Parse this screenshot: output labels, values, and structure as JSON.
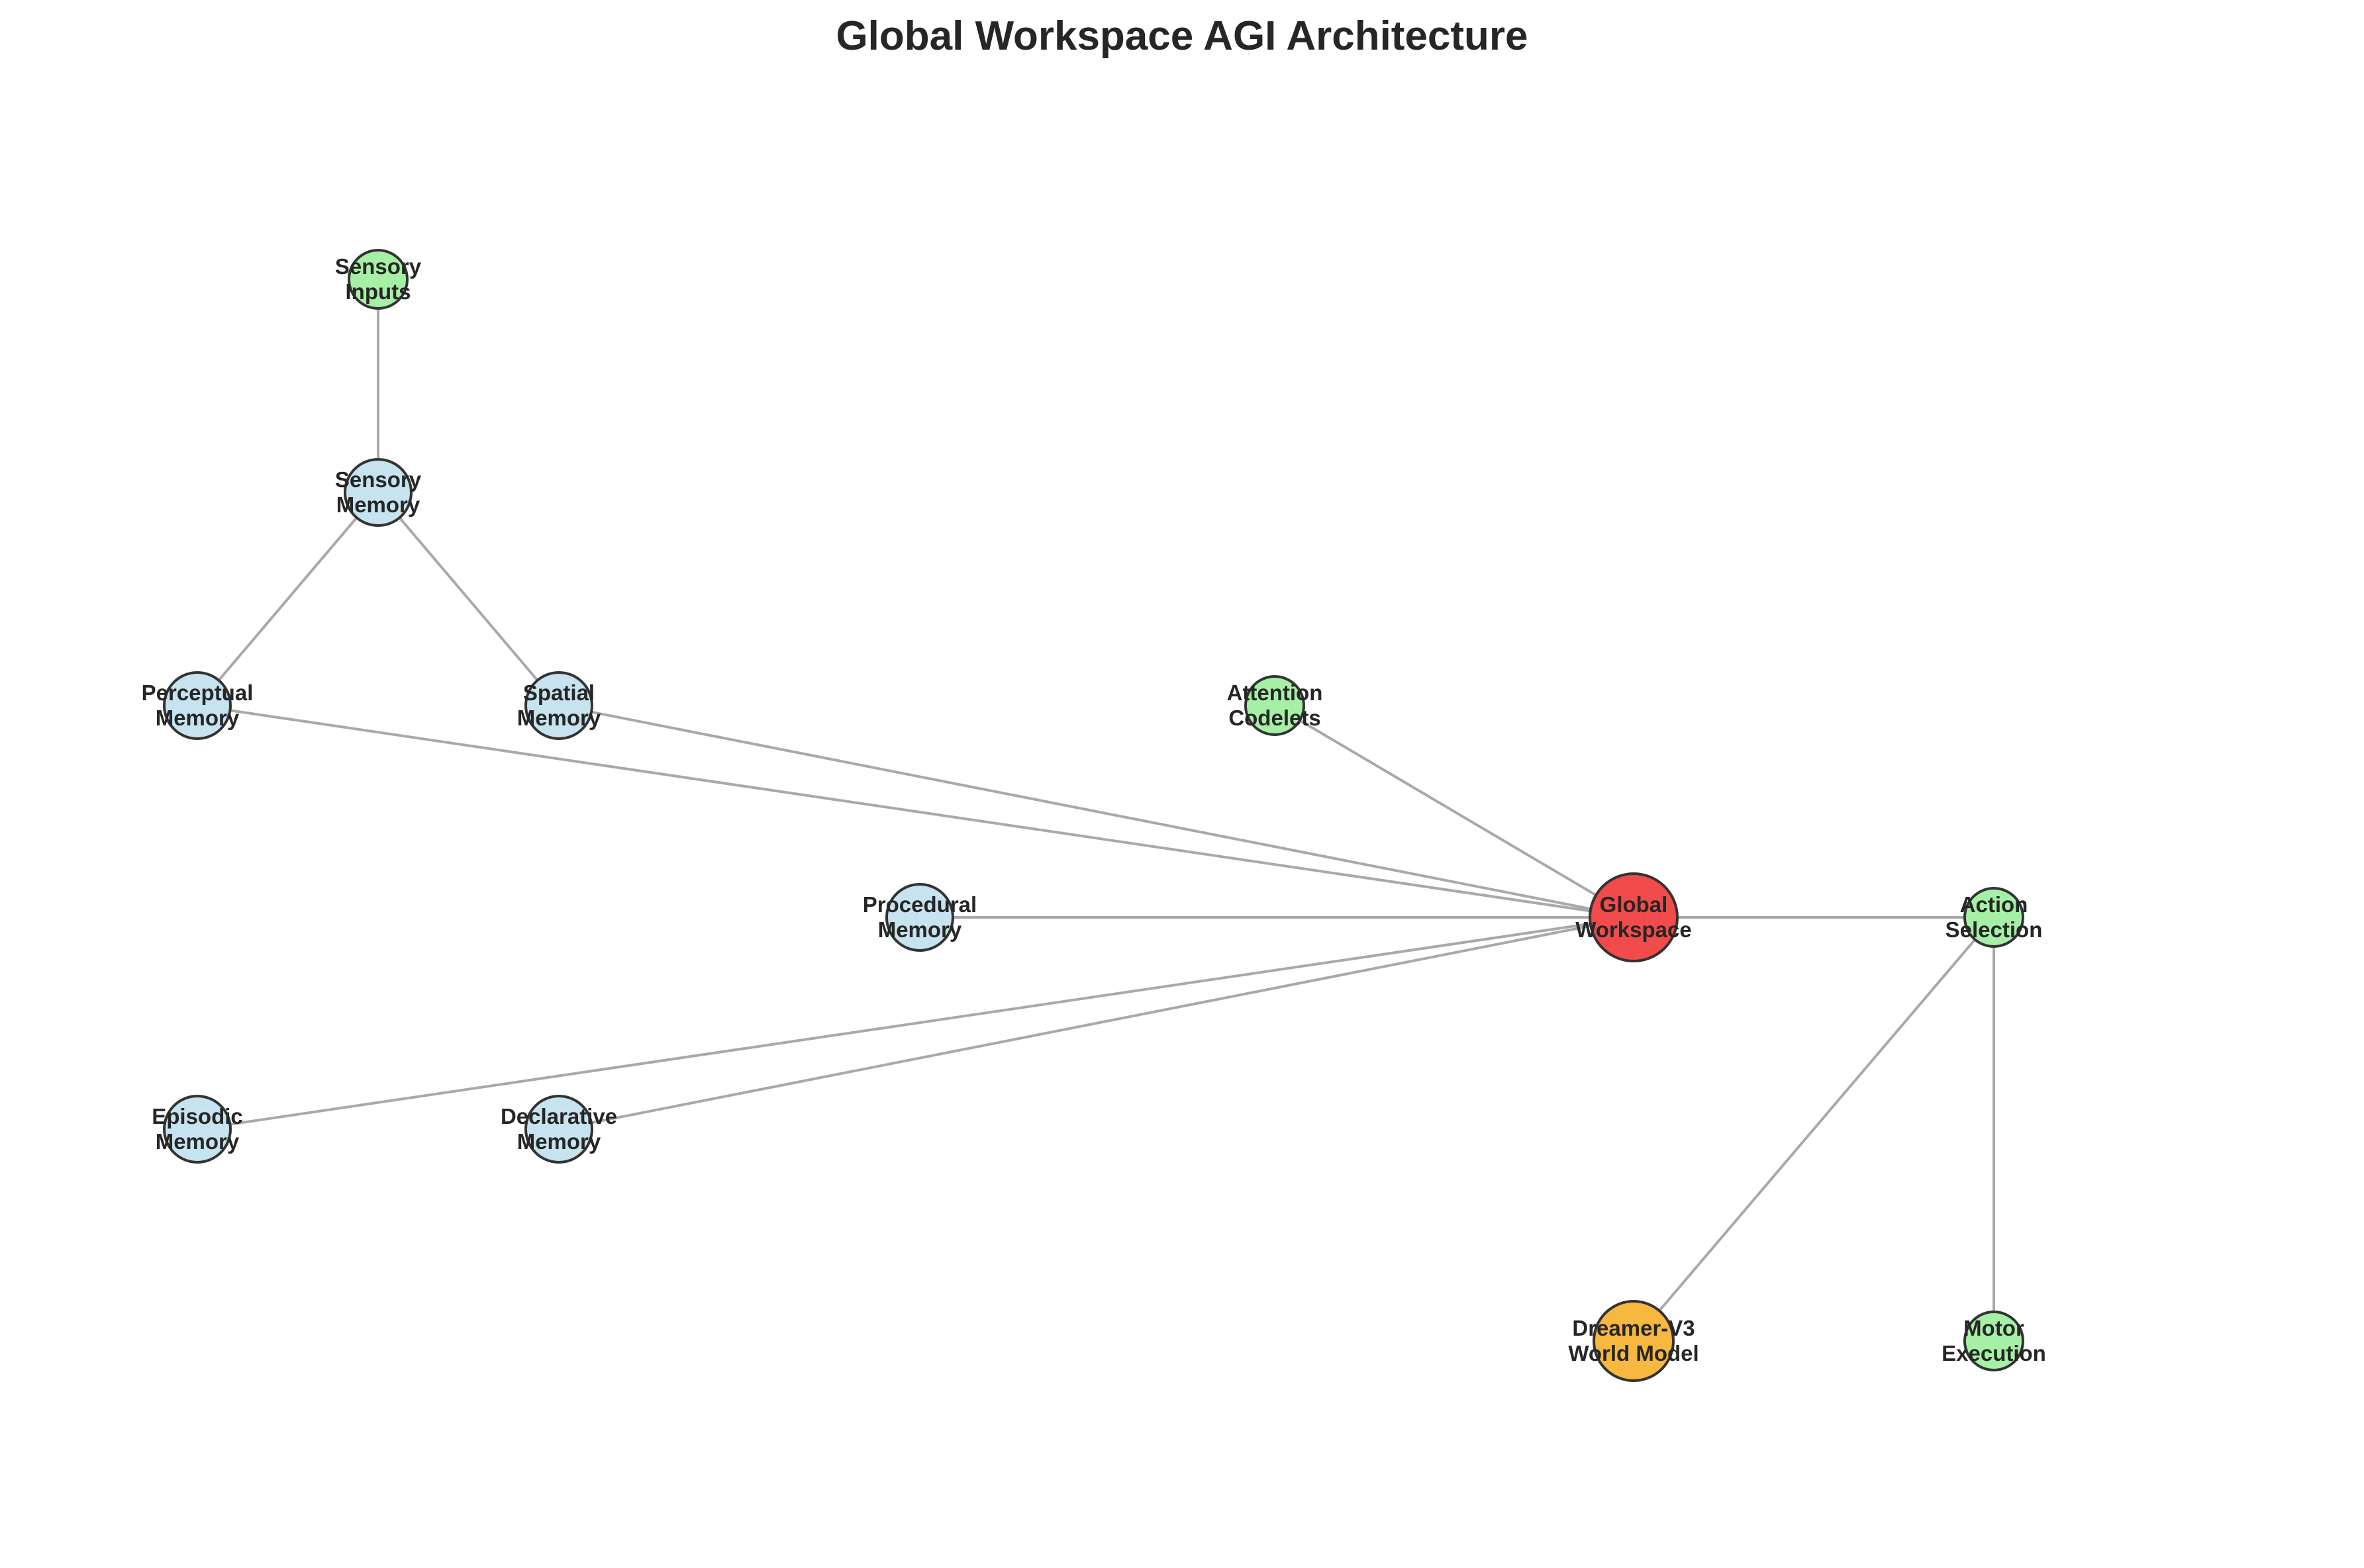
{
  "title": "Global Workspace AGI Architecture",
  "colors": {
    "memory": "#c6e3ef",
    "process": "#a6f0a6",
    "workspace": "#f24b4b",
    "world_model": "#f7b840",
    "edge": "#a9a9a9",
    "node_border": "#333333"
  },
  "nodes": [
    {
      "id": "sensory_inputs",
      "lines": [
        "Sensory",
        "Inputs"
      ],
      "group": "process"
    },
    {
      "id": "sensory_memory",
      "lines": [
        "Sensory",
        "Memory"
      ],
      "group": "memory"
    },
    {
      "id": "perceptual_memory",
      "lines": [
        "Perceptual",
        "Memory"
      ],
      "group": "memory"
    },
    {
      "id": "spatial_memory",
      "lines": [
        "Spatial",
        "Memory"
      ],
      "group": "memory"
    },
    {
      "id": "attention_codelets",
      "lines": [
        "Attention",
        "Codelets"
      ],
      "group": "process"
    },
    {
      "id": "procedural_memory",
      "lines": [
        "Procedural",
        "Memory"
      ],
      "group": "memory"
    },
    {
      "id": "global_workspace",
      "lines": [
        "Global",
        "Workspace"
      ],
      "group": "workspace"
    },
    {
      "id": "action_selection",
      "lines": [
        "Action",
        "Selection"
      ],
      "group": "process"
    },
    {
      "id": "episodic_memory",
      "lines": [
        "Episodic",
        "Memory"
      ],
      "group": "memory"
    },
    {
      "id": "declarative_memory",
      "lines": [
        "Declarative",
        "Memory"
      ],
      "group": "memory"
    },
    {
      "id": "dreamer_v3",
      "lines": [
        "Dreamer-V3",
        "World Model"
      ],
      "group": "world_model"
    },
    {
      "id": "motor_execution",
      "lines": [
        "Motor",
        "Execution"
      ],
      "group": "process"
    }
  ],
  "edges": [
    {
      "from": "sensory_inputs",
      "to": "sensory_memory"
    },
    {
      "from": "sensory_memory",
      "to": "perceptual_memory"
    },
    {
      "from": "sensory_memory",
      "to": "spatial_memory"
    },
    {
      "from": "perceptual_memory",
      "to": "global_workspace"
    },
    {
      "from": "spatial_memory",
      "to": "global_workspace"
    },
    {
      "from": "attention_codelets",
      "to": "global_workspace"
    },
    {
      "from": "procedural_memory",
      "to": "global_workspace"
    },
    {
      "from": "episodic_memory",
      "to": "global_workspace"
    },
    {
      "from": "declarative_memory",
      "to": "global_workspace"
    },
    {
      "from": "global_workspace",
      "to": "action_selection"
    },
    {
      "from": "dreamer_v3",
      "to": "action_selection"
    },
    {
      "from": "action_selection",
      "to": "motor_execution"
    }
  ]
}
